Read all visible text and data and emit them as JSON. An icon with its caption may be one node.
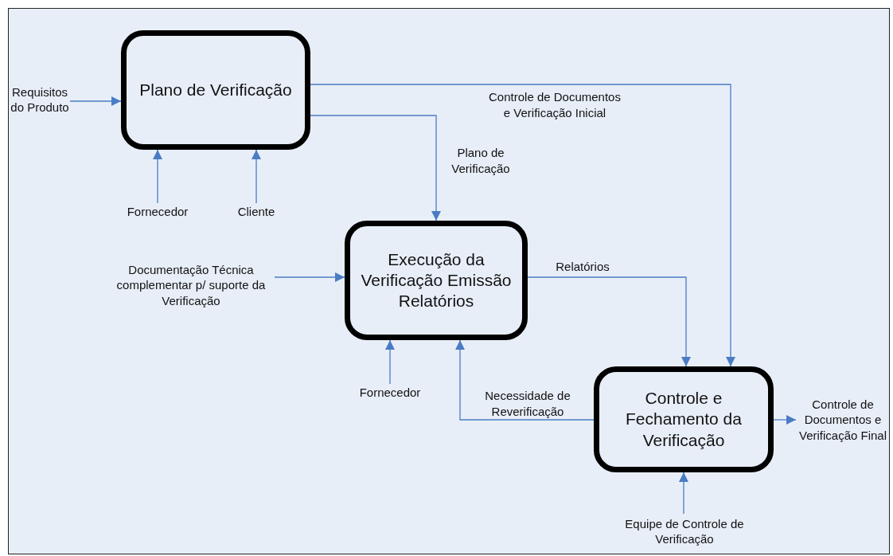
{
  "diagram": {
    "nodes": [
      {
        "text": [
          "Plano de Verificação"
        ]
      },
      {
        "text": [
          "Execução da Verificação Emissão Relatórios"
        ]
      },
      {
        "text": [
          "Controle e Fechamento da Verificação"
        ]
      },
      {
        "text": [
          "Requisitos do Produto"
        ]
      },
      {
        "text": [
          "Fornecedor"
        ]
      },
      {
        "text": [
          "Cliente"
        ]
      },
      {
        "text": [
          "Documentação Técnica complementar p/ suporte da Verificação"
        ]
      },
      {
        "text": [
          "Fornecedor"
        ]
      },
      {
        "text": [
          "Equipe de Controle de Verificação"
        ]
      },
      {
        "text": [
          "Controle de Documentos e Verificação Final"
        ]
      }
    ],
    "edges": [
      {
        "from": 3,
        "to": 0,
        "arrow": "to"
      },
      {
        "from": 4,
        "to": 0,
        "arrow": "to"
      },
      {
        "from": 5,
        "to": 0,
        "arrow": "to"
      },
      {
        "from": 0,
        "to": 1,
        "arrow": "to",
        "label": "Plano de Verificação"
      },
      {
        "from": 0,
        "to": 2,
        "arrow": "to",
        "label": "Controle de Documentos e Verificação Inicial"
      },
      {
        "from": 6,
        "to": 1,
        "arrow": "to"
      },
      {
        "from": 1,
        "to": 2,
        "arrow": "to",
        "label": "Relatórios"
      },
      {
        "from": 7,
        "to": 1,
        "arrow": "to"
      },
      {
        "from": 2,
        "to": 1,
        "arrow": "to",
        "label": "Necessidade de Reverificação"
      },
      {
        "from": 8,
        "to": 2,
        "arrow": "to"
      },
      {
        "from": 2,
        "to": 9,
        "arrow": "to"
      }
    ]
  }
}
